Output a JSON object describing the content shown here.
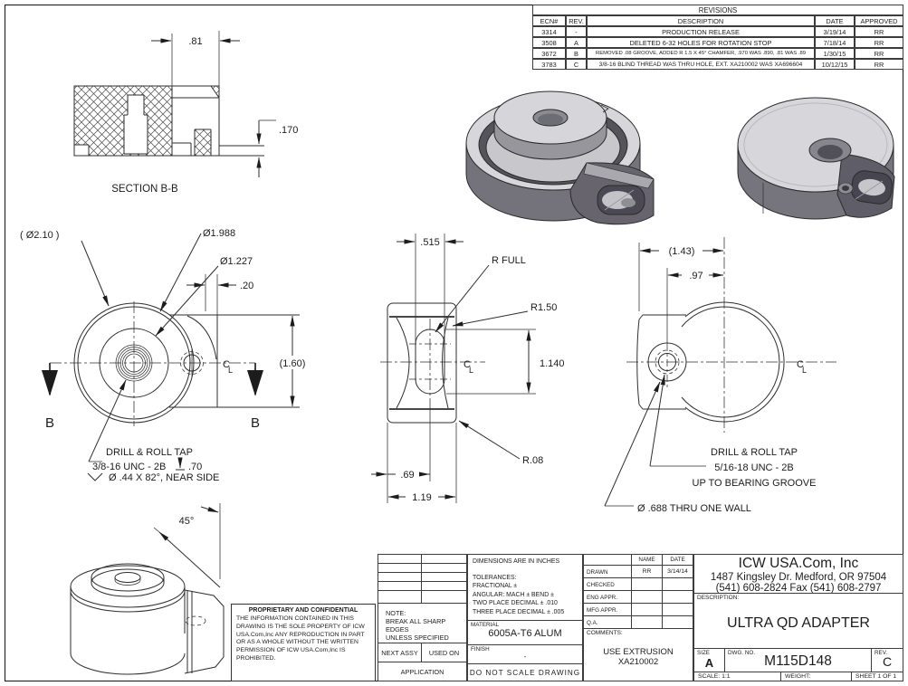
{
  "sheet": {
    "background": "#ffffff",
    "line_color": "#2e2e2e",
    "shade_light": "#d6d6db",
    "shade_dark": "#5f5d67"
  },
  "revisions": {
    "title": "REVISIONS",
    "headers": {
      "ecn": "ECN#",
      "rev": "REV.",
      "desc": "DESCRIPTION",
      "date": "DATE",
      "appr": "APPROVED"
    },
    "rows": [
      {
        "ecn": "3314",
        "rev": "-",
        "desc": "PRODUCTION RELEASE",
        "date": "3/19/14",
        "appr": "RR"
      },
      {
        "ecn": "3508",
        "rev": "A",
        "desc": "DELETED 6-32 HOLES FOR ROTATION STOP",
        "date": "7/18/14",
        "appr": "RR"
      },
      {
        "ecn": "3672",
        "rev": "B",
        "desc": "REMOVED .08 GROOVE, ADDED R 1.5 X 45° CHAMFER, .970 WAS .890, .81 WAS .89",
        "date": "1/30/15",
        "appr": "RR"
      },
      {
        "ecn": "3783",
        "rev": "C",
        "desc": "3/8-16 BLIND THREAD WAS THRU HOLE, EXT. XA210002 WAS XA696604",
        "date": "10/12/15",
        "appr": "RR"
      }
    ]
  },
  "views": {
    "section_bb": {
      "label": "SECTION B-B",
      "dim_width": ".81",
      "dim_thickness": ".170"
    },
    "front": {
      "dia_outer": "( Ø2.10 )",
      "dia_boss": "Ø1.988",
      "dia_inner": "Ø1.227",
      "dim_flat": ".20",
      "dim_height": "(1.60)",
      "cut_label_left": "B",
      "cut_label_right": "B",
      "tap_note_l1": "DRILL & ROLL TAP",
      "tap_note_l2a": "3/8-16 UNC - 2B",
      "tap_note_l2b": ".70",
      "tap_note_l3": "Ø .44 X 82°, NEAR SIDE"
    },
    "side": {
      "dim_slot_width": ".515",
      "note_r_full": "R FULL",
      "note_r150": "R1.50",
      "dim_slot_length": "1.140",
      "note_r08": "R.08",
      "dim_offset": ".69",
      "dim_width": "1.19"
    },
    "right": {
      "dim_overall": "(1.43)",
      "dim_hole_offset": ".97",
      "tap_note_l1": "DRILL & ROLL TAP",
      "tap_note_l2": "5/16-18 UNC - 2B",
      "tap_note_l3": "UP TO BEARING GROOVE",
      "thru_note": "Ø .688 THRU ONE WALL"
    },
    "iso": {
      "dim_angle": "45°"
    },
    "symbols": {
      "centerline_c": "C",
      "centerline_l": "L"
    }
  },
  "title_block": {
    "proprietary": {
      "title": "PROPRIETARY AND CONFIDENTIAL",
      "body": "THE INFORMATION CONTAINED IN THIS DRAWING IS THE SOLE PROPERTY OF ICW USA.Com,Inc   ANY REPRODUCTION IN PART OR AS A WHOLE WITHOUT THE WRITTEN PERMISSION OF ICW USA.Com,Inc IS PROHIBITED."
    },
    "note": {
      "l1": "NOTE:",
      "l2": "BREAK ALL SHARP",
      "l3": "EDGES",
      "l4": "UNLESS SPECIFIED"
    },
    "next_assy": "NEXT ASSY",
    "used_on": "USED ON",
    "application": "APPLICATION",
    "units": "DIMENSIONS ARE IN INCHES",
    "tolerances": {
      "l1": "TOLERANCES:",
      "l2": "FRACTIONAL ±",
      "l3": "ANGULAR: MACH ±    BEND ±",
      "l4": "TWO PLACE DECIMAL     ± .010",
      "l5": "THREE PLACE DECIMAL  ± .005"
    },
    "material_label": "MATERIAL",
    "material": "6005A-T6 ALUM",
    "finish_label": "FINISH",
    "finish": "-",
    "do_not_scale": "DO NOT SCALE DRAWING",
    "approvals": {
      "name_h": "NAME",
      "date_h": "DATE",
      "rows": [
        {
          "label": "DRAWN",
          "name": "RR",
          "date": "3/14/14"
        },
        {
          "label": "CHECKED",
          "name": "",
          "date": ""
        },
        {
          "label": "ENG APPR.",
          "name": "",
          "date": ""
        },
        {
          "label": "MFG APPR.",
          "name": "",
          "date": ""
        },
        {
          "label": "Q.A.",
          "name": "",
          "date": ""
        }
      ]
    },
    "comments_label": "COMMENTS:",
    "comments_l1": "USE EXTRUSION",
    "comments_l2": "XA210002",
    "company": {
      "name": "ICW USA.Com, Inc",
      "address": "1487 Kingsley Dr. Medford, OR  97504",
      "phone": "(541) 608-2824 Fax (541) 608-2797"
    },
    "description_label": "DESCRIPTION:",
    "description": "ULTRA QD ADAPTER",
    "size_label": "SIZE",
    "size": "A",
    "dwg_label": "DWG.  NO.",
    "dwg_no": "M115D148",
    "rev_label": "REV.",
    "rev": "C",
    "scale": "SCALE: 1:1",
    "weight": "WEIGHT:",
    "sheet": "SHEET 1 OF 1"
  }
}
